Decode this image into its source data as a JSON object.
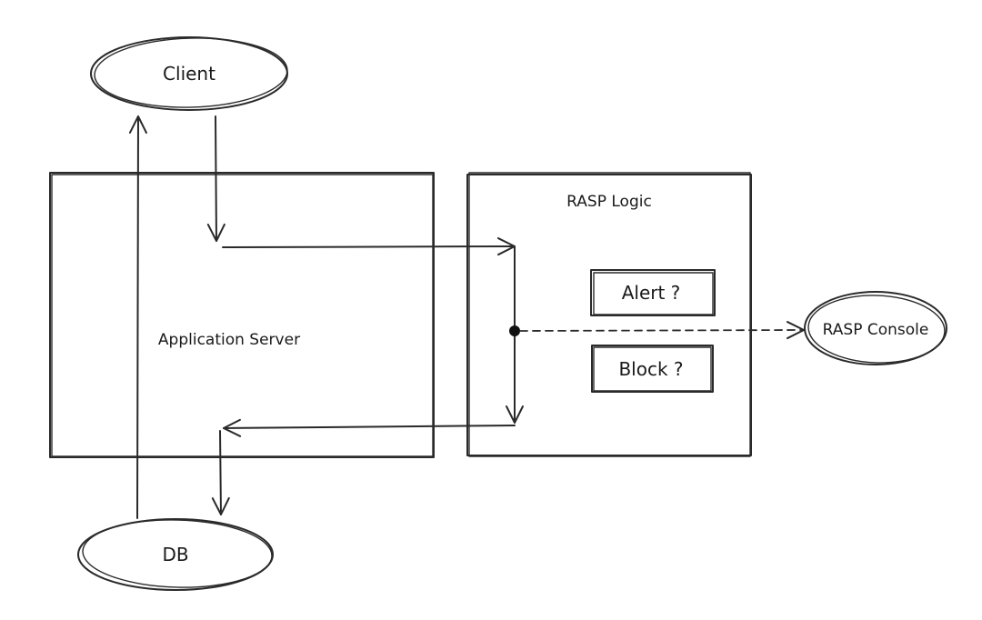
{
  "diagram": {
    "nodes": {
      "client": {
        "label": "Client"
      },
      "app_server": {
        "label": "Application Server"
      },
      "rasp_logic": {
        "label": "RASP Logic"
      },
      "alert": {
        "label": "Alert ?"
      },
      "block": {
        "label": "Block ?"
      },
      "rasp_console": {
        "label": "RASP Console"
      },
      "db": {
        "label": "DB"
      }
    },
    "edges": [
      {
        "from": "client",
        "to": "app_server",
        "style": "solid"
      },
      {
        "from": "app_server",
        "to": "rasp_logic",
        "style": "solid"
      },
      {
        "from": "rasp_logic",
        "to": "app_server",
        "style": "solid"
      },
      {
        "from": "app_server",
        "to": "db",
        "style": "solid"
      },
      {
        "from": "db",
        "to": "client",
        "style": "solid"
      },
      {
        "from": "rasp_logic",
        "to": "rasp_console",
        "style": "dashed"
      }
    ],
    "colors": {
      "ink": "#2a2a2a",
      "background": "#ffffff"
    }
  }
}
